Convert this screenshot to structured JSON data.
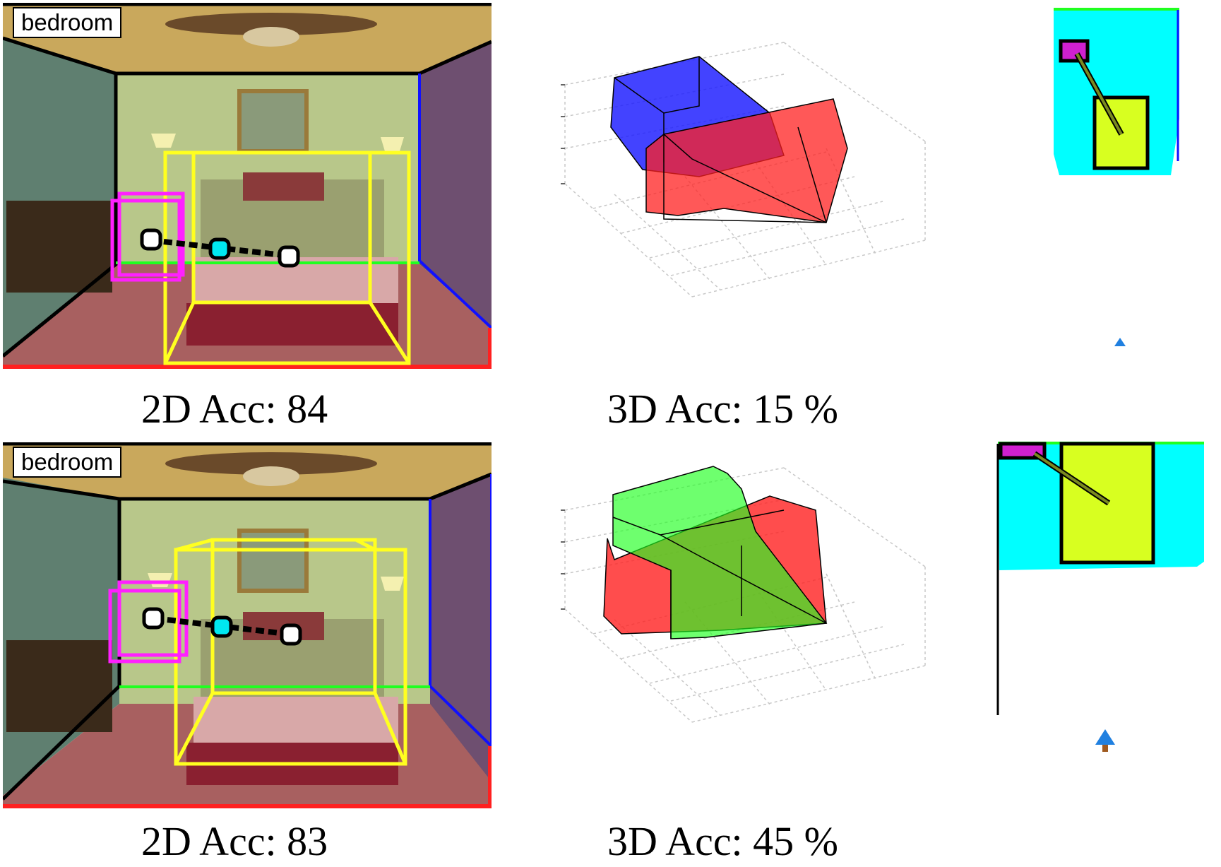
{
  "rows": [
    {
      "scene_label": "bedroom",
      "acc2d": "2D Acc: 84",
      "acc3d": "3D Acc: 15 %",
      "volume_colors": [
        "#1a1aff",
        "#ff2020"
      ]
    },
    {
      "scene_label": "bedroom",
      "acc2d": "2D Acc: 83",
      "acc3d": "3D Acc: 45 %",
      "volume_colors": [
        "#20ff20",
        "#ff2020"
      ]
    }
  ],
  "colors": {
    "wall_left": "#000000",
    "wall_right": "#1010ff",
    "floor": "#ff2020",
    "floor_line": "#20ff20",
    "bed_box": "#ffff20",
    "nightstand_box": "#ff20ff",
    "joint_mid": "#00e8f0",
    "topdown_floor": "#00ffff",
    "topdown_bed": "#d8ff20",
    "topdown_stand": "#d020d0",
    "camera": "#2080e0"
  }
}
